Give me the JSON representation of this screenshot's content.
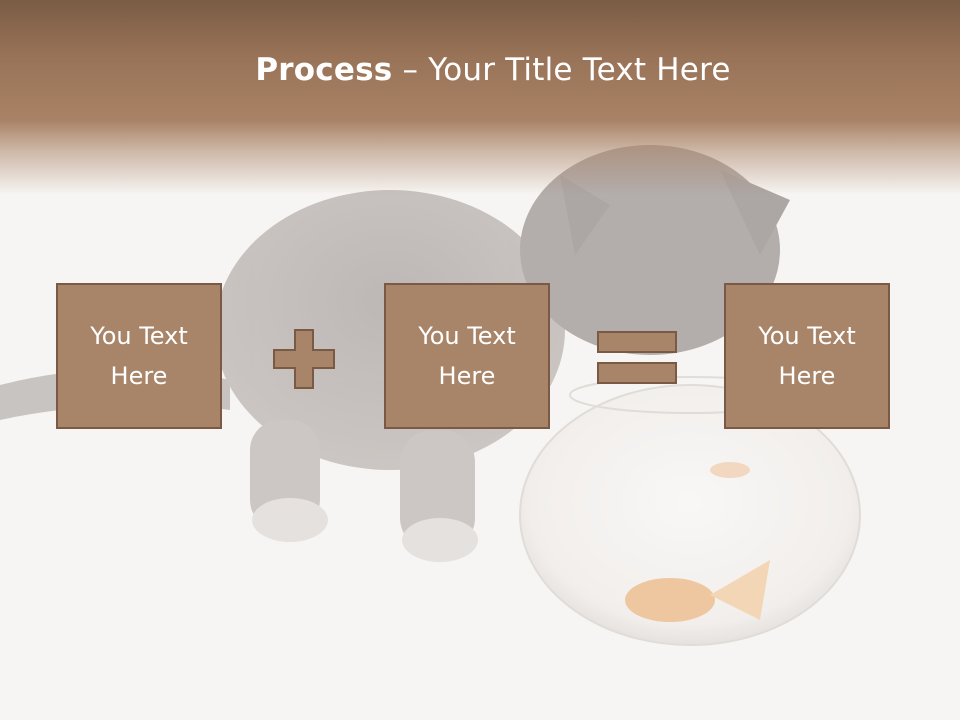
{
  "slide": {
    "title_bold": "Process",
    "title_rest": " – Your Title Text Here",
    "boxes": [
      {
        "text": "You Text\nHere"
      },
      {
        "text": "You Text\nHere"
      },
      {
        "text": "You Text\nHere"
      }
    ],
    "operators": [
      "plus-icon",
      "equals-icon"
    ]
  },
  "colors": {
    "header": "#9a7458",
    "box_fill": "#a88468",
    "box_border": "#7a5a44",
    "text": "#ffffff",
    "background": "#f7f5f3"
  }
}
